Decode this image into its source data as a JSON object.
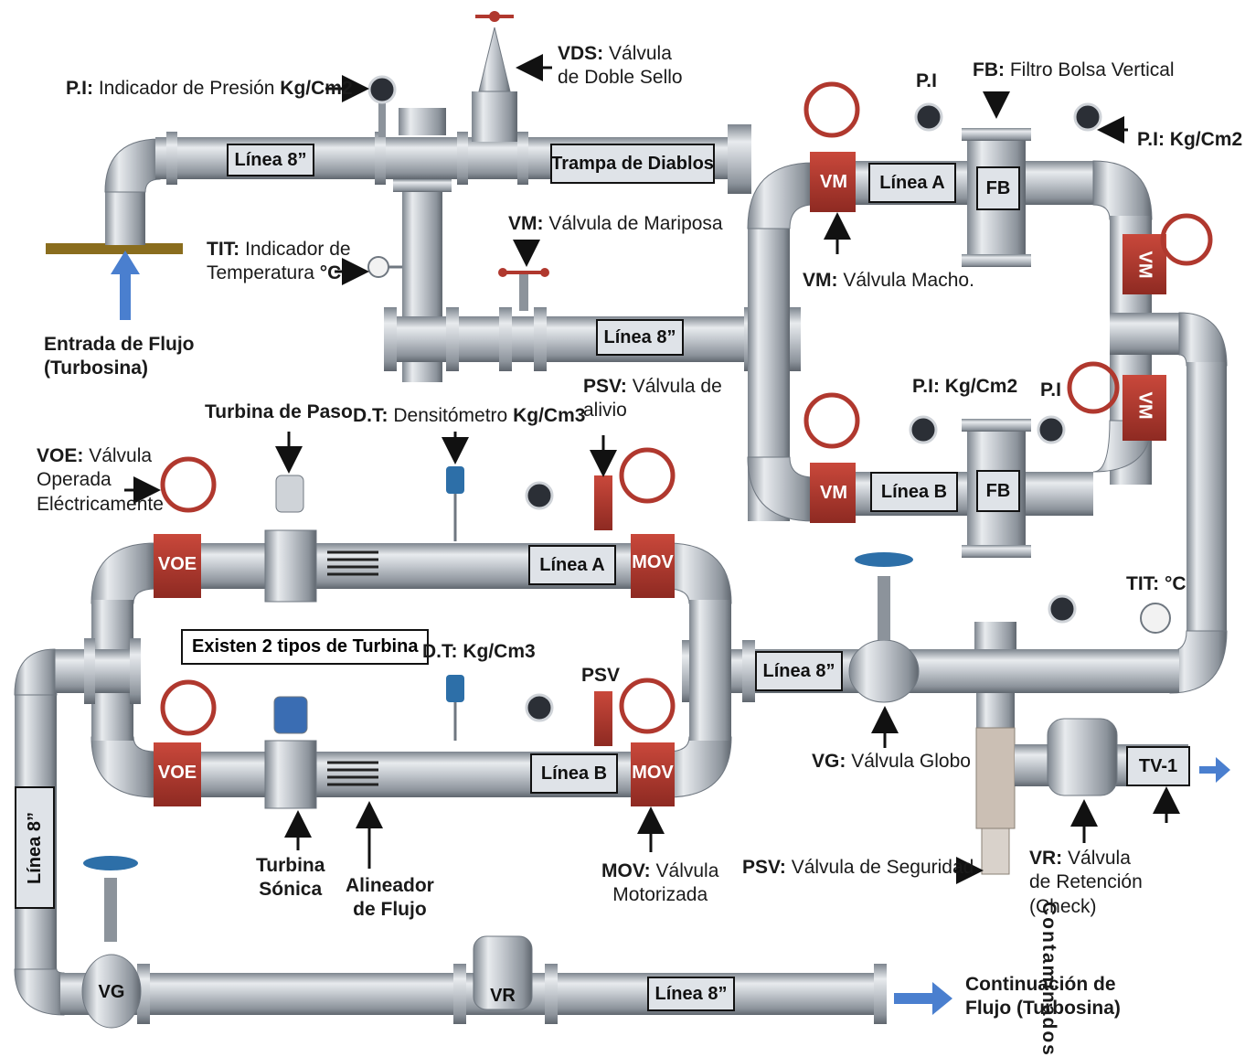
{
  "colors": {
    "pipe_light": "#d7dbe0",
    "pipe_mid": "#aab0b8",
    "pipe_dark": "#6f7780",
    "valve_red": "#b0382e",
    "flow_arrow": "#4a7fcf",
    "ground": "#8a6d1e"
  },
  "labels": {
    "pi_top_abbr": "P.I:",
    "pi_top_text": "Indicador de Presión",
    "pi_top_unit": "Kg/Cm2",
    "vds_abbr": "VDS:",
    "vds_line1": "Válvula",
    "vds_line2": "de Doble Sello",
    "tit_abbr": "TIT:",
    "tit_line1": "Indicador de",
    "tit_line2": "Temperatura",
    "tit_unit": "°C",
    "entrada_line1": "Entrada de Flujo",
    "entrada_line2": "(Turbosina)",
    "vm_mariposa_abbr": "VM:",
    "vm_mariposa_text": "Válvula de Mariposa",
    "pi_right1": "P.I",
    "fb_abbr": "FB:",
    "fb_text": "Filtro Bolsa Vertical",
    "pi_right2": "P.I: Kg/Cm2",
    "vm_macho_abbr": "VM:",
    "vm_macho_text": "Válvula Macho.",
    "pi_lineb": "P.I: Kg/Cm2",
    "pi_lineb2": "P.I",
    "turbina_paso": "Turbina de Paso",
    "dt_abbr": "D.T:",
    "dt_text": "Densitómetro",
    "dt_unit": "Kg/Cm3",
    "psv_abbr": "PSV:",
    "psv_line1": "Válvula de",
    "psv_line2": "alivio",
    "voe_abbr": "VOE:",
    "voe_line1": "Válvula",
    "voe_line2": "Operada",
    "voe_line3": "Eléctricamente",
    "existen": "Existen 2 tipos de Turbina",
    "dt2": "D.T: Kg/Cm3",
    "psv2": "PSV",
    "tit2": "TIT: °C",
    "vg_abbr": "VG:",
    "vg_text": "Válvula Globo",
    "turbina_sonica1": "Turbina",
    "turbina_sonica2": "Sónica",
    "alineador1": "Alineador",
    "alineador2": "de Flujo",
    "mov_abbr": "MOV:",
    "mov_line1": "Válvula",
    "mov_line2": "Motorizada",
    "psv_seg_abbr": "PSV:",
    "psv_seg_text": "Válvula de Seguridad",
    "vr_abbr": "VR:",
    "vr_line1": "Válvula",
    "vr_line2": "de Retención",
    "vr_line3": "(Check)",
    "contaminados": "Contaminados",
    "continuacion1": "Continuación de",
    "continuacion2": "Flujo (Turbosina)"
  },
  "pipe_boxes": {
    "linea8_top": "Línea 8”",
    "trampa": "Trampa de Diablos",
    "linea8_mid": "Línea 8”",
    "linea_a_right": "Línea A",
    "fb1": "FB",
    "linea_b_right": "Línea B",
    "fb2": "FB",
    "linea_a_left": "Línea A",
    "linea_b_left": "Línea B",
    "linea8_right": "Línea 8”",
    "linea8_vertical": "Línea 8”",
    "linea8_bottom": "Línea 8”",
    "tv1": "TV-1"
  },
  "valve_tags": {
    "vm1": "VM",
    "vm2": "VM",
    "vm3": "VM",
    "vm4": "VM",
    "voe1": "VOE",
    "voe2": "VOE",
    "mov1": "MOV",
    "mov2": "MOV",
    "vg": "VG",
    "vr": "VR"
  }
}
